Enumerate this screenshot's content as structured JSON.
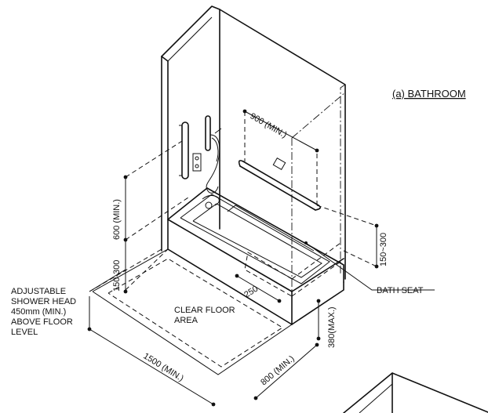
{
  "title": "(a) BATHROOM",
  "labels": {
    "shower_head": [
      "ADJUSTABLE",
      "SHOWER HEAD",
      "450mm (MIN.)",
      "ABOVE FLOOR",
      "LEVEL"
    ],
    "clear_floor": [
      "CLEAR FLOOR",
      "AREA"
    ],
    "bath_seat": "BATH SEAT"
  },
  "dimensions": {
    "grab_bar_width": "900 (MIN.)",
    "vertical_bar_height": "600 (MIN.)",
    "grab_bar_offset_left": "150-300",
    "grab_bar_offset_right": "150~300",
    "seat_depth": "250",
    "floor_length": "1500 (MIN.)",
    "floor_width": "800 (MIN.)",
    "tub_height": "380(MAX.)"
  }
}
